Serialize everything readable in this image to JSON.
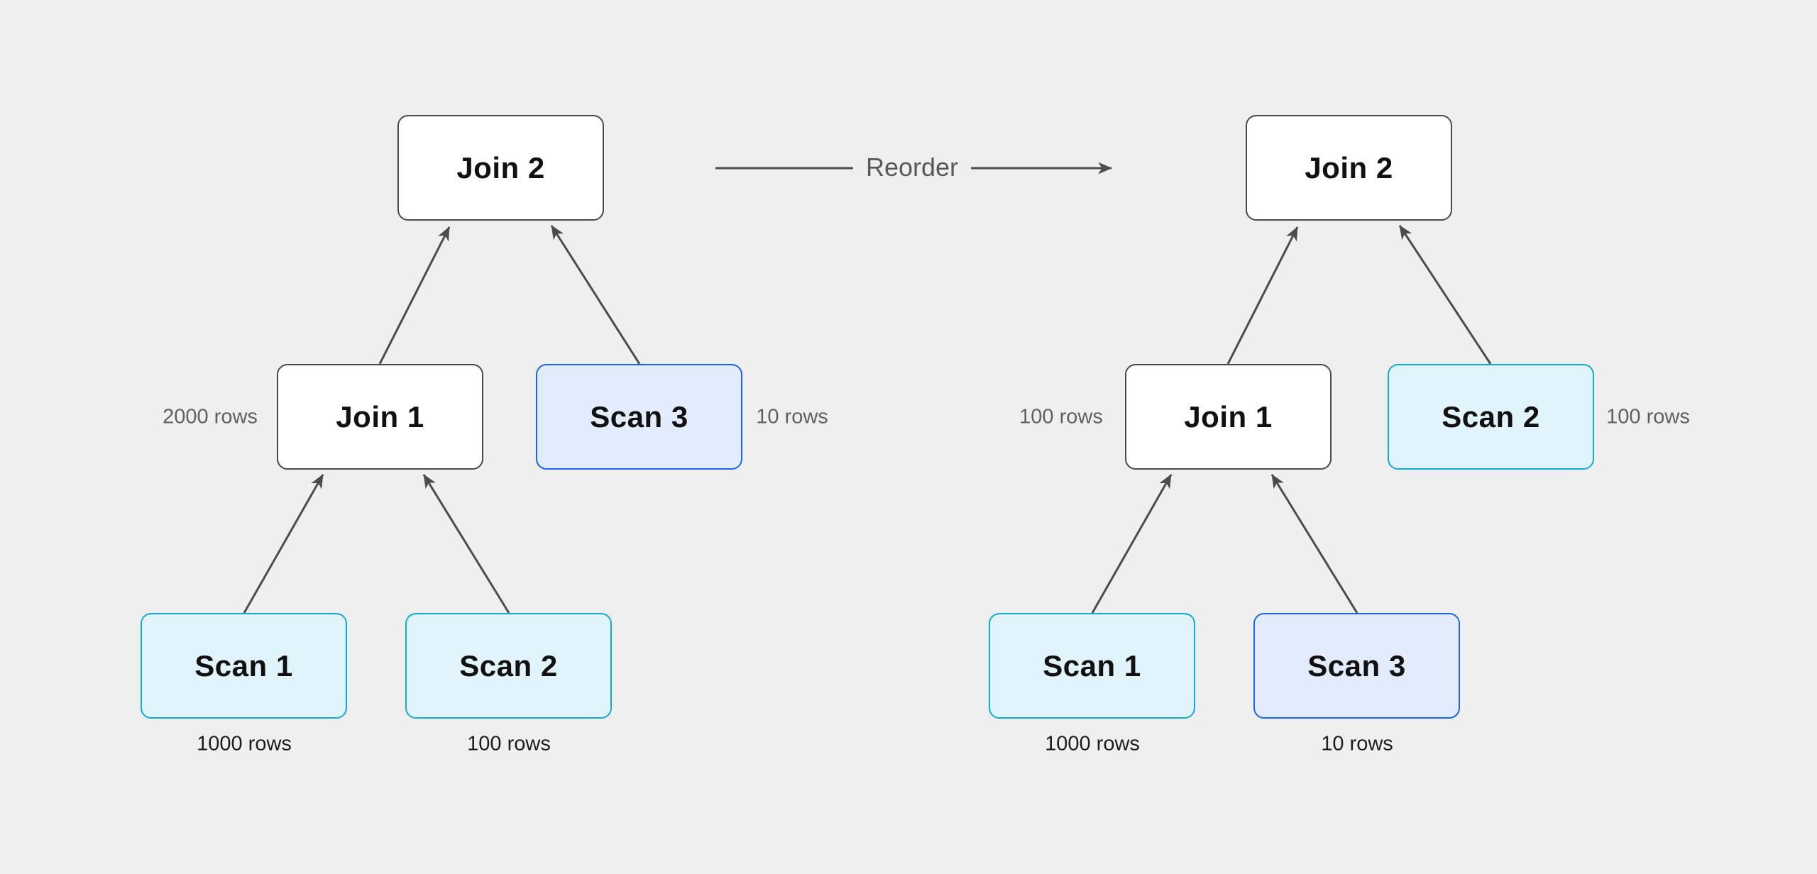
{
  "colors": {
    "bg": "#efefef",
    "join-fill": "#ffffff",
    "join-border": "#4a4a4a",
    "scan-cyan-fill": "#e2f4fb",
    "scan-cyan-border": "#10abdc",
    "scan-blue-fill": "#e3ecfc",
    "scan-blue-border": "#1b66f0",
    "arrow": "#4c4c4c",
    "node-text": "#111111",
    "side-label": "#606060",
    "bottom-label": "#1d1d1d",
    "transition-label": "#595959"
  },
  "transition": {
    "label": "Reorder"
  },
  "before": {
    "join2": "Join 2",
    "join1": "Join 1",
    "scan1": "Scan 1",
    "scan2": "Scan 2",
    "scan3": "Scan 3",
    "join1_rows": "2000 rows",
    "scan3_rows": "10 rows",
    "scan1_rows": "1000 rows",
    "scan2_rows": "100 rows"
  },
  "after": {
    "join2": "Join 2",
    "join1": "Join 1",
    "scan1": "Scan 1",
    "scan2": "Scan 2",
    "scan3": "Scan 3",
    "join1_rows": "100 rows",
    "scan2_rows": "100 rows",
    "scan1_rows": "1000 rows",
    "scan3_rows": "10 rows"
  }
}
